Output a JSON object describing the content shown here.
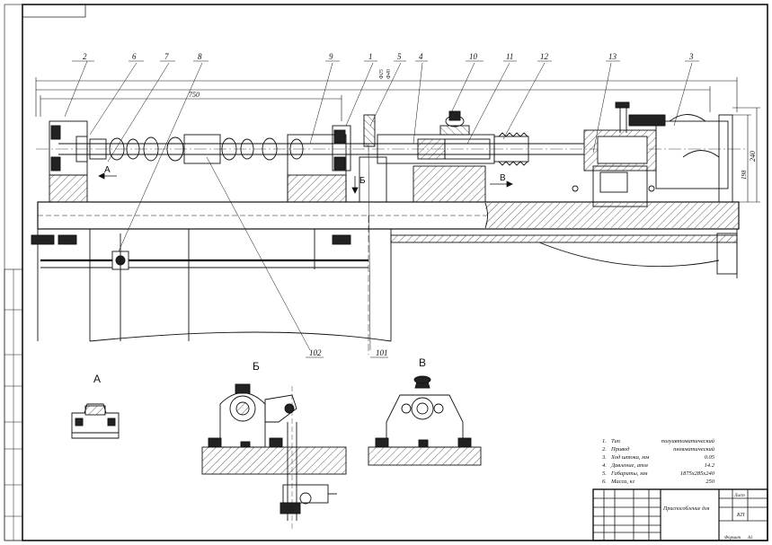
{
  "callouts": {
    "c2": "2",
    "c6": "6",
    "c7": "7",
    "c8": "8",
    "c9": "9",
    "c1": "1",
    "c5": "5",
    "c4": "4",
    "c10": "10",
    "c11": "11",
    "c12": "12",
    "c13": "13",
    "c3": "3",
    "c102": "102",
    "c101": "101"
  },
  "dims": {
    "d750": "750",
    "d240": "240",
    "d198": "198",
    "fit1": "Ф25",
    "fit2": "Ф40"
  },
  "views": {
    "section_a": "А",
    "section_b": "Б",
    "section_v": "В",
    "arrow_a": "А",
    "arrow_b": "Б",
    "arrow_v": "В"
  },
  "spec_lines": [
    {
      "num": "1.",
      "name": "Тип",
      "value": "полуавтоматический"
    },
    {
      "num": "2.",
      "name": "Привод",
      "value": "пневматический"
    },
    {
      "num": "3.",
      "name": "Ход штока, мм",
      "value": "0.05"
    },
    {
      "num": "4.",
      "name": "Давление, атм",
      "value": "14.2"
    },
    {
      "num": "5.",
      "name": "Габариты, мм",
      "value": "1875x285x240"
    },
    {
      "num": "6.",
      "name": "Масса, кг",
      "value": "250"
    }
  ],
  "title_block": {
    "title": "Приспособление для",
    "doc_code": "КП",
    "sheet_label": "Лист",
    "format_label": "Формат",
    "format_value": "А1"
  }
}
